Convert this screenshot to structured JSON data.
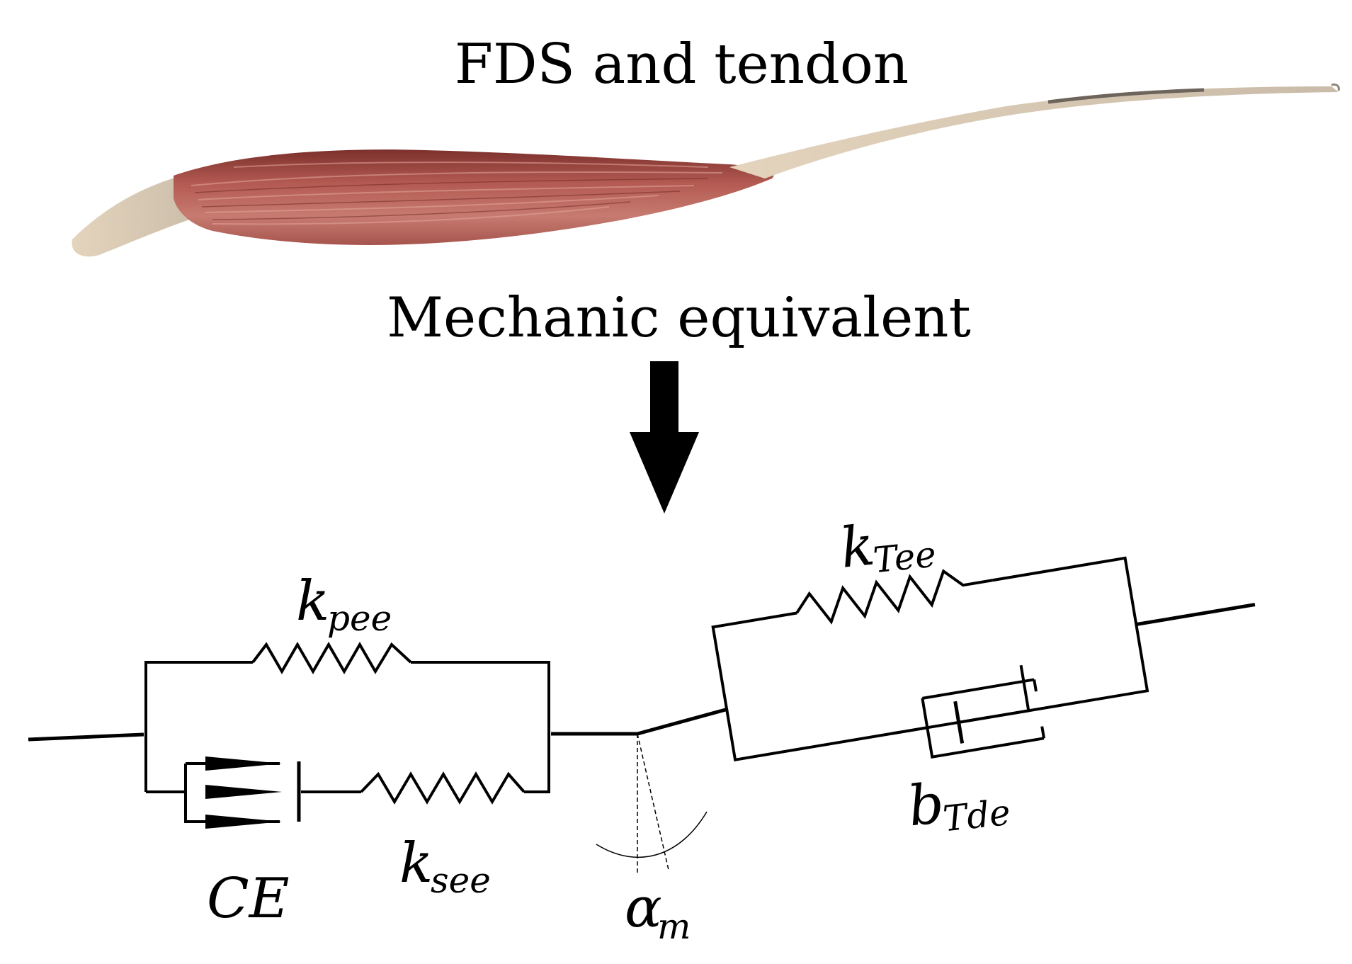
{
  "figure": {
    "title_top": "FDS and tendon",
    "title_mid": "Mechanic equivalent"
  },
  "labels": {
    "k_pee": {
      "main": "k",
      "sub": "pee"
    },
    "k_see": {
      "main": "k",
      "sub": "see"
    },
    "ce": "CE",
    "alpha_m": {
      "main": "α",
      "sub": "m"
    },
    "k_tee": {
      "main": "k",
      "sub": "Tee"
    },
    "b_tde": {
      "main": "b",
      "sub": "Tde"
    }
  },
  "colors": {
    "muscle_dark": "#8a3a34",
    "muscle_mid": "#b8625a",
    "muscle_light": "#d79a8e",
    "tendon": "#d9cbb8",
    "tendon_shadow": "#8f8478",
    "line": "#000000"
  }
}
